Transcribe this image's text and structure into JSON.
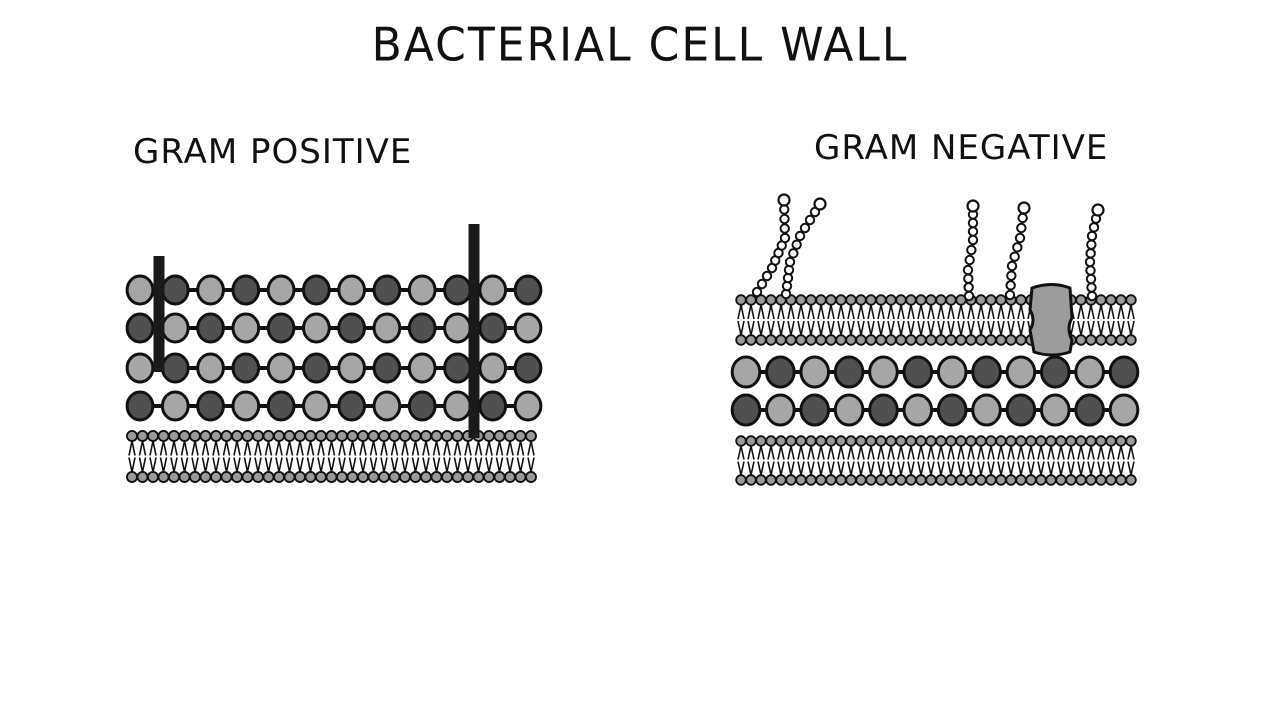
{
  "title": "BACTERIAL CELL WALL",
  "gram_positive": {
    "label": "GRAM POSITIVE",
    "peptidoglycan_rows": 4,
    "teichoic_acid_rods": 2
  },
  "gram_negative": {
    "label": "GRAM NEGATIVE",
    "peptidoglycan_rows": 2,
    "lipopolysaccharide_chains": 5,
    "porin_proteins": 1
  },
  "colors": {
    "light_sphere": "#a6a6a6",
    "dark_sphere": "#505050",
    "outline": "#111111",
    "lipid_head": "#9a9a9a",
    "porin": "#9c9c9c"
  }
}
